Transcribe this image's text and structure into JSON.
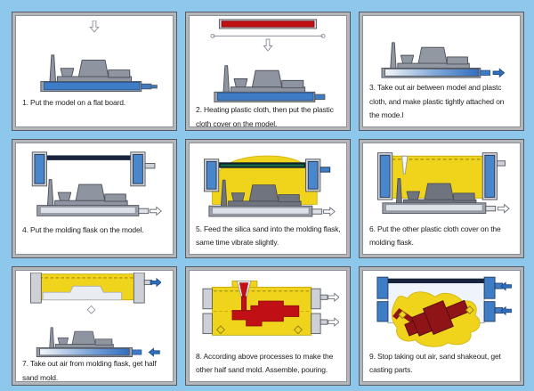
{
  "process": "vacuum-molding-casting-steps",
  "colors": {
    "background": "#8ec7ec",
    "panel_frame_gray": "#b3b6bb",
    "sand_yellow": "#f0d31b",
    "molten_metal_red": "#c01015",
    "casting_dark_red": "#8e1418",
    "board_blue": "#3e7cc6",
    "model_gray": "#8f95a0",
    "heater_red": "#c01015"
  },
  "panels": [
    {
      "step": "1",
      "caption": "1. Put the model on a flat board.",
      "illustration": "model-on-flat-board",
      "icons": [
        "down-arrow"
      ]
    },
    {
      "step": "2",
      "caption": "2. Heating plastic cloth, then put the plastic cloth cover on the model.",
      "illustration": "heater-and-plastic-cloth-over-model",
      "icons": [
        "down-arrow"
      ]
    },
    {
      "step": "3",
      "caption": "3. Take out air between model and plastc cloth, and make plastic tightly attached on the mode.l",
      "illustration": "vacuum-film-sucked-onto-model",
      "icons": [
        "right-arrow-blue"
      ]
    },
    {
      "step": "4",
      "caption": "4. Put the molding flask on the model.",
      "illustration": "molding-flask-on-model",
      "icons": [
        "right-arrow-outline"
      ]
    },
    {
      "step": "5",
      "caption": "5. Feed the silica sand into the molding flask, same time vibrate slightly.",
      "illustration": "silica-sand-mound-in-flask",
      "icons": [
        "right-arrow-outline"
      ]
    },
    {
      "step": "6",
      "caption": "6. Put the other plastic cloth cover on the molding flask.",
      "illustration": "cloth-cover-on-filled-flask",
      "icons": [
        "right-arrow-outline"
      ]
    },
    {
      "step": "7",
      "caption": "7. Take out air from molding flask, get half sand mold.",
      "illustration": "lift-half-sand-mold-off-model",
      "icons": [
        "right-arrow-blue",
        "left-arrow-blue",
        "diamond-marker"
      ]
    },
    {
      "step": "8",
      "caption": "8. According above processes to make the other half sand mold. Assemble, pouring.",
      "illustration": "assembled-mold-pouring-metal",
      "icons": [
        "right-arrow-outline",
        "right-arrow-outline",
        "diamond-marker"
      ]
    },
    {
      "step": "9",
      "caption": "9. Stop taking out air, sand shakeout, get casting parts.",
      "illustration": "sand-shakeout-casting-part",
      "icons": [
        "left-arrow-blue",
        "left-arrow-blue",
        "diamond-marker"
      ]
    }
  ]
}
